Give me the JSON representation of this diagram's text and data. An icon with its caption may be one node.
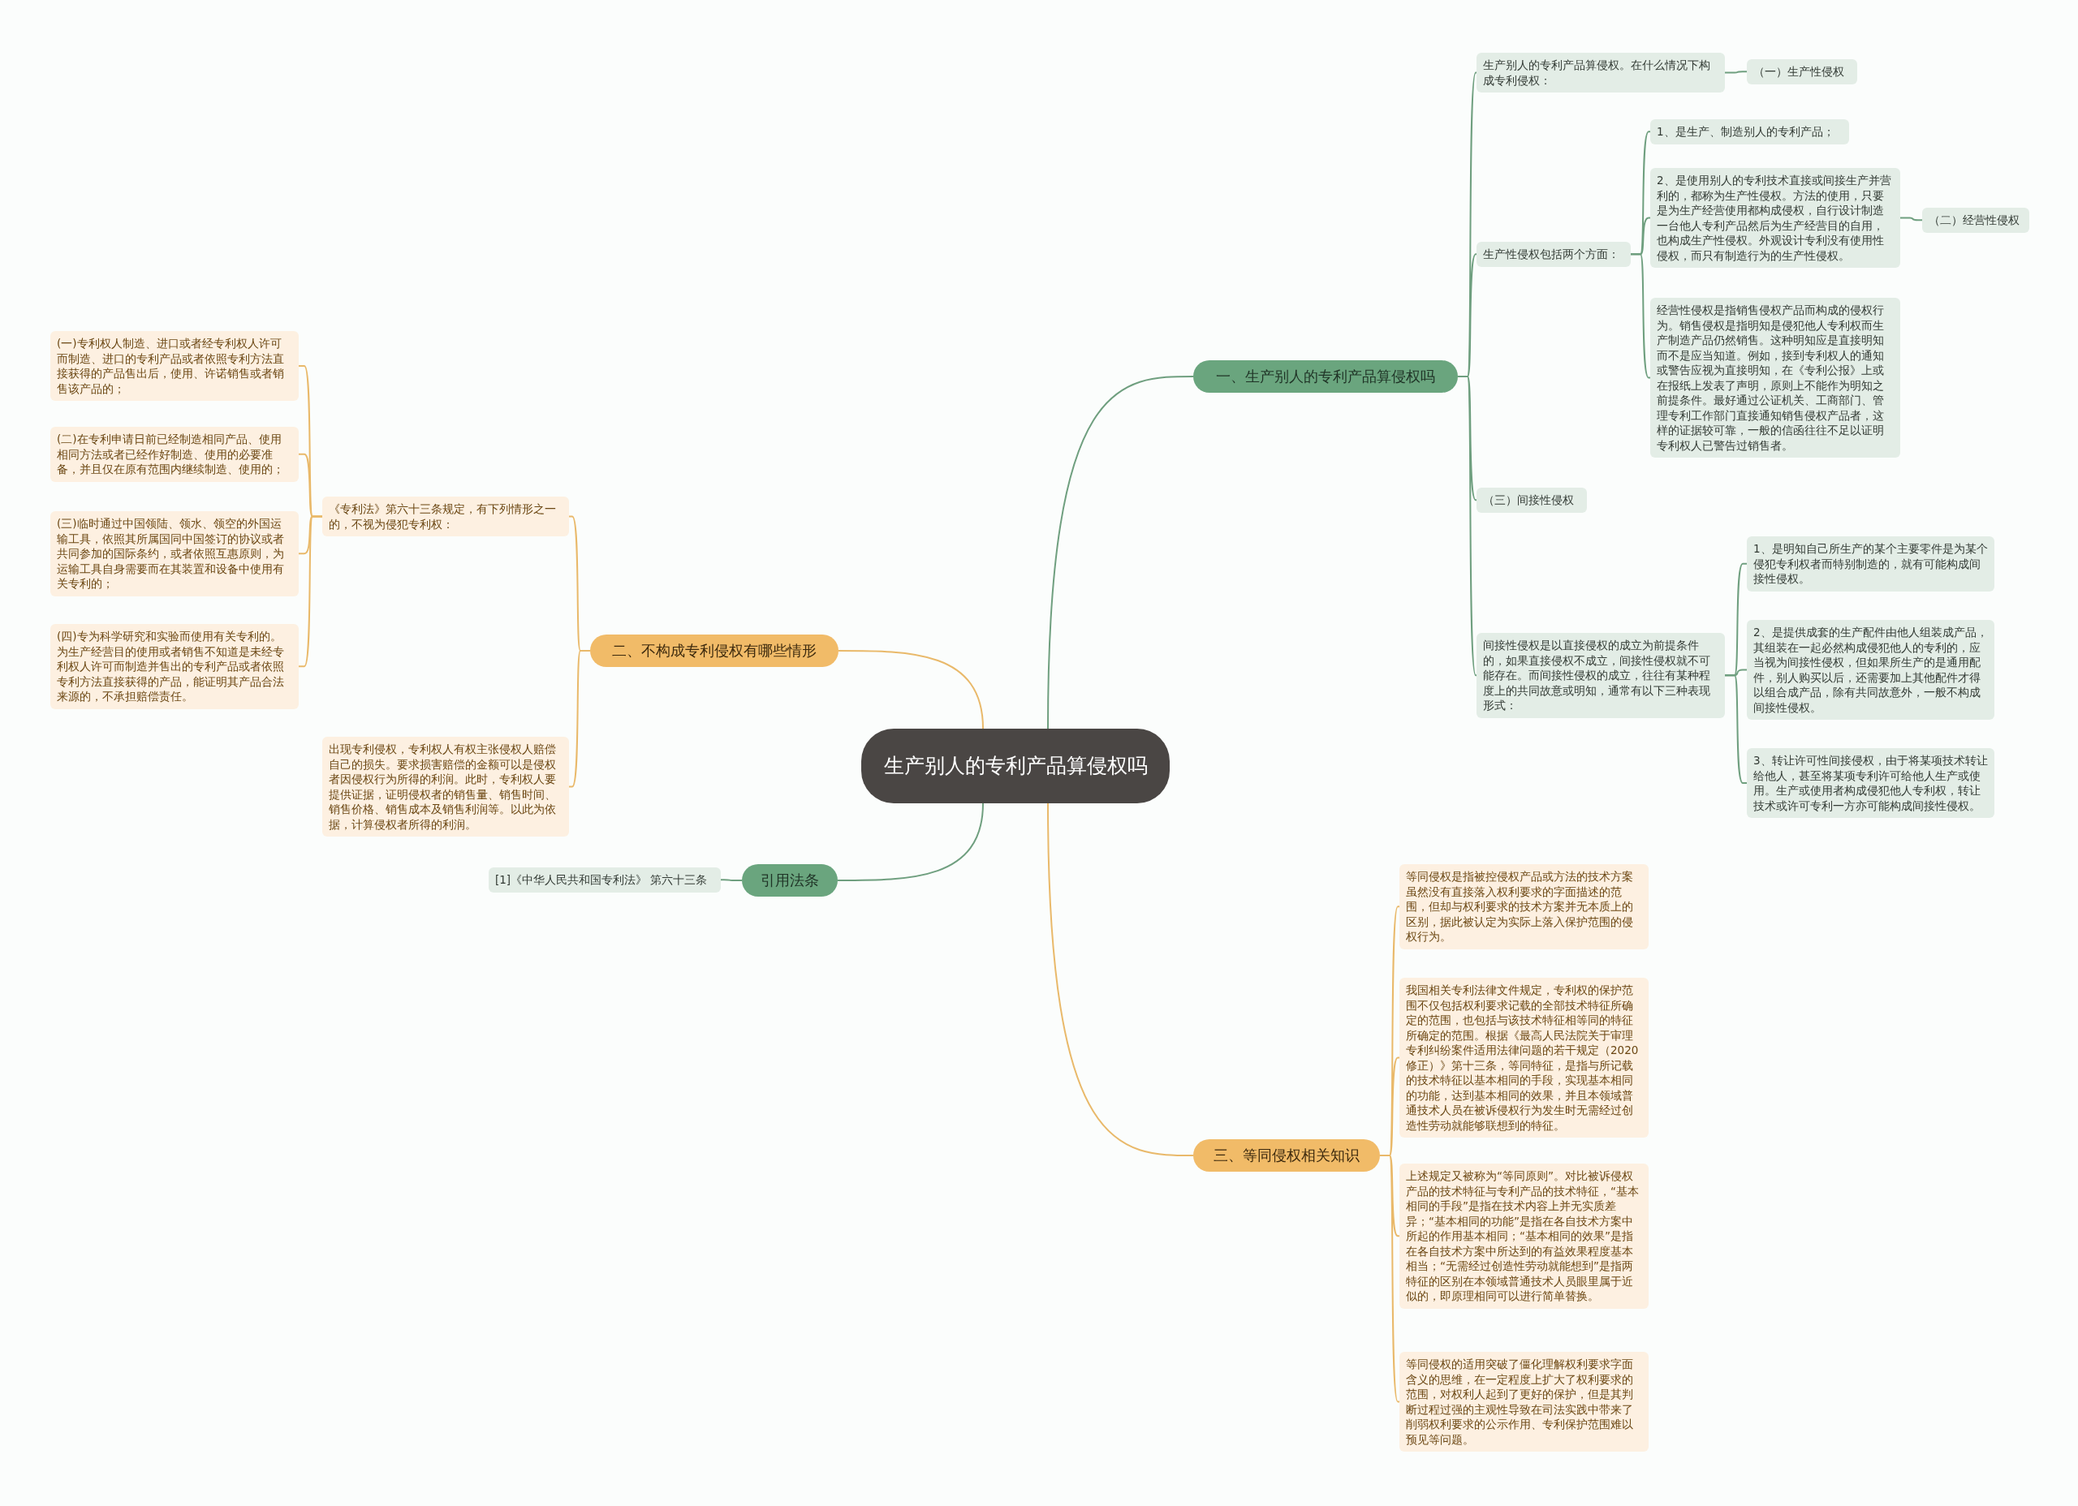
{
  "diagram": {
    "nodes": [
      {
        "text": [
          "生产别人的专利产品算侵权吗"
        ]
      },
      {
        "text": [
          "一、生产别人的专利产品算侵权吗"
        ]
      },
      {
        "text": [
          "生产别人的专利产品算侵权。在什么情况下构成专利侵权："
        ]
      },
      {
        "text": [
          "（一）生产性侵权"
        ]
      },
      {
        "text": [
          "生产性侵权包括两个方面："
        ]
      },
      {
        "text": [
          "1、是生产、制造别人的专利产品；"
        ]
      },
      {
        "text": [
          "2、是使用别人的专利技术直接或间接生产并营利的，都称为生产性侵权。方法的使用，只要是为生产经营使用都构成侵权，自行设计制造一台他人专利产品然后为生产经营目的自用，也构成生产性侵权。外观设计专利没有使用性侵权，而只有制造行为的生产性侵权。"
        ]
      },
      {
        "text": [
          "（二）经营性侵权"
        ]
      },
      {
        "text": [
          "经营性侵权是指销售侵权产品而构成的侵权行为。销售侵权是指明知是侵犯他人专利权而生产制造产品仍然销售。这种明知应是直接明知而不是应当知道。例如，接到专利权人的通知或警告应视为直接明知，在《专利公报》上或在报纸上发表了声明，原则上不能作为明知之前提条件。最好通过公证机关、工商部门、管理专利工作部门直接通知销售侵权产品者，这样的证据较可靠，一般的信函往往不足以证明专利权人已警告过销售者。"
        ]
      },
      {
        "text": [
          "（三）间接性侵权"
        ]
      },
      {
        "text": [
          "间接性侵权是以直接侵权的成立为前提条件的，如果直接侵权不成立，间接性侵权就不可能存在。而间接性侵权的成立，往往有某种程度上的共同故意或明知，通常有以下三种表现形式："
        ]
      },
      {
        "text": [
          "1、是明知自己所生产的某个主要零件是为某个侵犯专利权者而特别制造的，就有可能构成间接性侵权。"
        ]
      },
      {
        "text": [
          "2、是提供成套的生产配件由他人组装成产品，其组装在一起必然构成侵犯他人的专利的，应当视为间接性侵权，但如果所生产的是通用配件，别人购买以后，还需要加上其他配件才得以组合成产品，除有共同故意外，一般不构成间接性侵权。"
        ]
      },
      {
        "text": [
          "3、转让许可性间接侵权，由于将某项技术转让给他人，甚至将某项专利许可给他人生产或使用。生产或使用者构成侵犯他人专利权，转让技术或许可专利一方亦可能构成间接性侵权。"
        ]
      },
      {
        "text": [
          "二、不构成专利侵权有哪些情形"
        ]
      },
      {
        "text": [
          "《专利法》第六十三条规定，有下列情形之一的，不视为侵犯专利权："
        ]
      },
      {
        "text": [
          "(一)专利权人制造、进口或者经专利权人许可而制造、进口的专利产品或者依照专利方法直接获得的产品售出后，使用、许诺销售或者销售该产品的；"
        ]
      },
      {
        "text": [
          "(二)在专利申请日前已经制造相同产品、使用相同方法或者已经作好制造、使用的必要准备，并且仅在原有范围内继续制造、使用的；"
        ]
      },
      {
        "text": [
          "(三)临时通过中国领陆、领水、领空的外国运输工具，依照其所属国同中国签订的协议或者共同参加的国际条约，或者依照互惠原则，为运输工具自身需要而在其装置和设备中使用有关专利的；"
        ]
      },
      {
        "text": [
          "(四)专为科学研究和实验而使用有关专利的。为生产经营目的使用或者销售不知道是未经专利权人许可而制造并售出的专利产品或者依照专利方法直接获得的产品，能证明其产品合法来源的，不承担赔偿责任。"
        ]
      },
      {
        "text": [
          "出现专利侵权，专利权人有权主张侵权人赔偿自己的损失。要求损害赔偿的金额可以是侵权者因侵权行为所得的利润。此时，专利权人要提供证据，证明侵权者的销售量、销售时间、销售价格、销售成本及销售利润等。以此为依据，计算侵权者所得的利润。"
        ]
      },
      {
        "text": [
          "引用法条"
        ]
      },
      {
        "text": [
          "[1]《中华人民共和国专利法》 第六十三条"
        ]
      },
      {
        "text": [
          "三、等同侵权相关知识"
        ]
      },
      {
        "text": [
          "等同侵权是指被控侵权产品或方法的技术方案虽然没有直接落入权利要求的字面描述的范围，但却与权利要求的技术方案并无本质上的区别，据此被认定为实际上落入保护范围的侵权行为。"
        ]
      },
      {
        "text": [
          "我国相关专利法律文件规定，专利权的保护范围不仅包括权利要求记载的全部技术特征所确定的范围，也包括与该技术特征相等同的特征所确定的范围。根据《最高人民法院关于审理专利纠纷案件适用法律问题的若干规定（2020修正）》第十三条，等同特征，是指与所记载的技术特征以基本相同的手段，实现基本相同的功能，达到基本相同的效果，并且本领域普通技术人员在被诉侵权行为发生时无需经过创造性劳动就能够联想到的特征。"
        ]
      },
      {
        "text": [
          "上述规定又被称为“等同原则”。对比被诉侵权产品的技术特征与专利产品的技术特征，“基本相同的手段”是指在技术内容上并无实质差异；“基本相同的功能”是指在各自技术方案中所起的作用基本相同；“基本相同的效果”是指在各自技术方案中所达到的有益效果程度基本相当；“无需经过创造性劳动就能想到”是指两特征的区别在本领域普通技术人员眼里属于近似的，即原理相同可以进行简单替换。"
        ]
      },
      {
        "text": [
          "等同侵权的适用突破了僵化理解权利要求字面含义的思维，在一定程度上扩大了权利要求的范围，对权利人起到了更好的保护，但是其判断过程过强的主观性导致在司法实践中带来了削弱权利要求的公示作用、专利保护范围难以预见等问题。"
        ]
      }
    ],
    "edges": [
      {
        "from": 0,
        "to": 1,
        "arrow": "none"
      },
      {
        "from": 1,
        "to": 2,
        "arrow": "none"
      },
      {
        "from": 2,
        "to": 3,
        "arrow": "none"
      },
      {
        "from": 1,
        "to": 4,
        "arrow": "none"
      },
      {
        "from": 4,
        "to": 5,
        "arrow": "none"
      },
      {
        "from": 4,
        "to": 6,
        "arrow": "none"
      },
      {
        "from": 6,
        "to": 7,
        "arrow": "none"
      },
      {
        "from": 4,
        "to": 8,
        "arrow": "none"
      },
      {
        "from": 1,
        "to": 9,
        "arrow": "none"
      },
      {
        "from": 1,
        "to": 10,
        "arrow": "none"
      },
      {
        "from": 10,
        "to": 11,
        "arrow": "none"
      },
      {
        "from": 10,
        "to": 12,
        "arrow": "none"
      },
      {
        "from": 10,
        "to": 13,
        "arrow": "none"
      },
      {
        "from": 0,
        "to": 14,
        "arrow": "none",
        "color": "#e9b96a"
      },
      {
        "from": 14,
        "to": 15,
        "arrow": "none",
        "color": "#e9b96a"
      },
      {
        "from": 15,
        "to": 16,
        "arrow": "none",
        "color": "#e9b96a"
      },
      {
        "from": 15,
        "to": 17,
        "arrow": "none",
        "color": "#e9b96a"
      },
      {
        "from": 15,
        "to": 18,
        "arrow": "none",
        "color": "#e9b96a"
      },
      {
        "from": 15,
        "to": 19,
        "arrow": "none",
        "color": "#e9b96a"
      },
      {
        "from": 14,
        "to": 20,
        "arrow": "none",
        "color": "#e9b96a"
      },
      {
        "from": 0,
        "to": 21,
        "arrow": "none"
      },
      {
        "from": 21,
        "to": 22,
        "arrow": "none"
      },
      {
        "from": 0,
        "to": 23,
        "arrow": "none",
        "color": "#e9b96a"
      },
      {
        "from": 23,
        "to": 24,
        "arrow": "none",
        "color": "#e9b96a"
      },
      {
        "from": 23,
        "to": 25,
        "arrow": "none",
        "color": "#e9b96a"
      },
      {
        "from": 23,
        "to": 26,
        "arrow": "none",
        "color": "#e9b96a"
      },
      {
        "from": 23,
        "to": 27,
        "arrow": "none",
        "color": "#e9b96a"
      }
    ]
  }
}
